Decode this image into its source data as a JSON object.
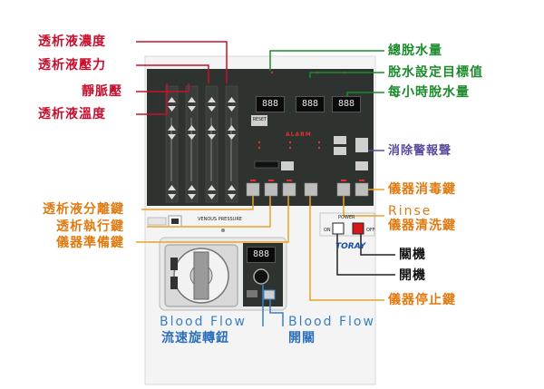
{
  "labels": {
    "dialysate_concentration": "透析液濃度",
    "dialysate_pressure": "透析液壓力",
    "venous_pressure": "靜脈壓",
    "dialysate_temperature": "透析液溫度",
    "total_uf": "總脫水量",
    "uf_target": "脫水設定目標值",
    "uf_rate": "每小時脫水量",
    "alarm_silence": "消除警報聲",
    "disinfect_key": "儀器消毒鍵",
    "rinse_en": "Rinse",
    "rinse_key": "儀器清洗鍵",
    "bypass_key": "透析液分離鍵",
    "run_key": "透析執行鍵",
    "prep_key": "儀器準備鍵",
    "power_off": "關機",
    "power_on": "開機",
    "stop_key": "儀器停止鍵",
    "blood_flow_knob_en": "Blood Flow",
    "blood_flow_knob": "流速旋轉鈕",
    "blood_flow_switch_en": "Blood Flow",
    "blood_flow_switch": "開關"
  },
  "device": {
    "brand": "TORAY",
    "model_label": "VENOUS PRESSURE",
    "alarm_text": "ALARM",
    "power_on": "ON",
    "power_off": "OFF",
    "power_label": "POWER",
    "display_uf_total": "888",
    "display_uf_target": "888",
    "display_uf_rate": "888",
    "display_blood_flow": "888",
    "reset_label": "RESET"
  },
  "colors": {
    "panel": "#2b2f2c",
    "red_label": "#c8102e",
    "green_label": "#1c8b2c",
    "purple_label": "#5b4b9a",
    "orange_label": "#e07a10",
    "blue_label": "#2a6fb8",
    "leader_red": "#c8102e",
    "leader_green": "#1c8b2c",
    "leader_orange": "#e8a22a",
    "leader_blue": "#3a7fc4"
  }
}
